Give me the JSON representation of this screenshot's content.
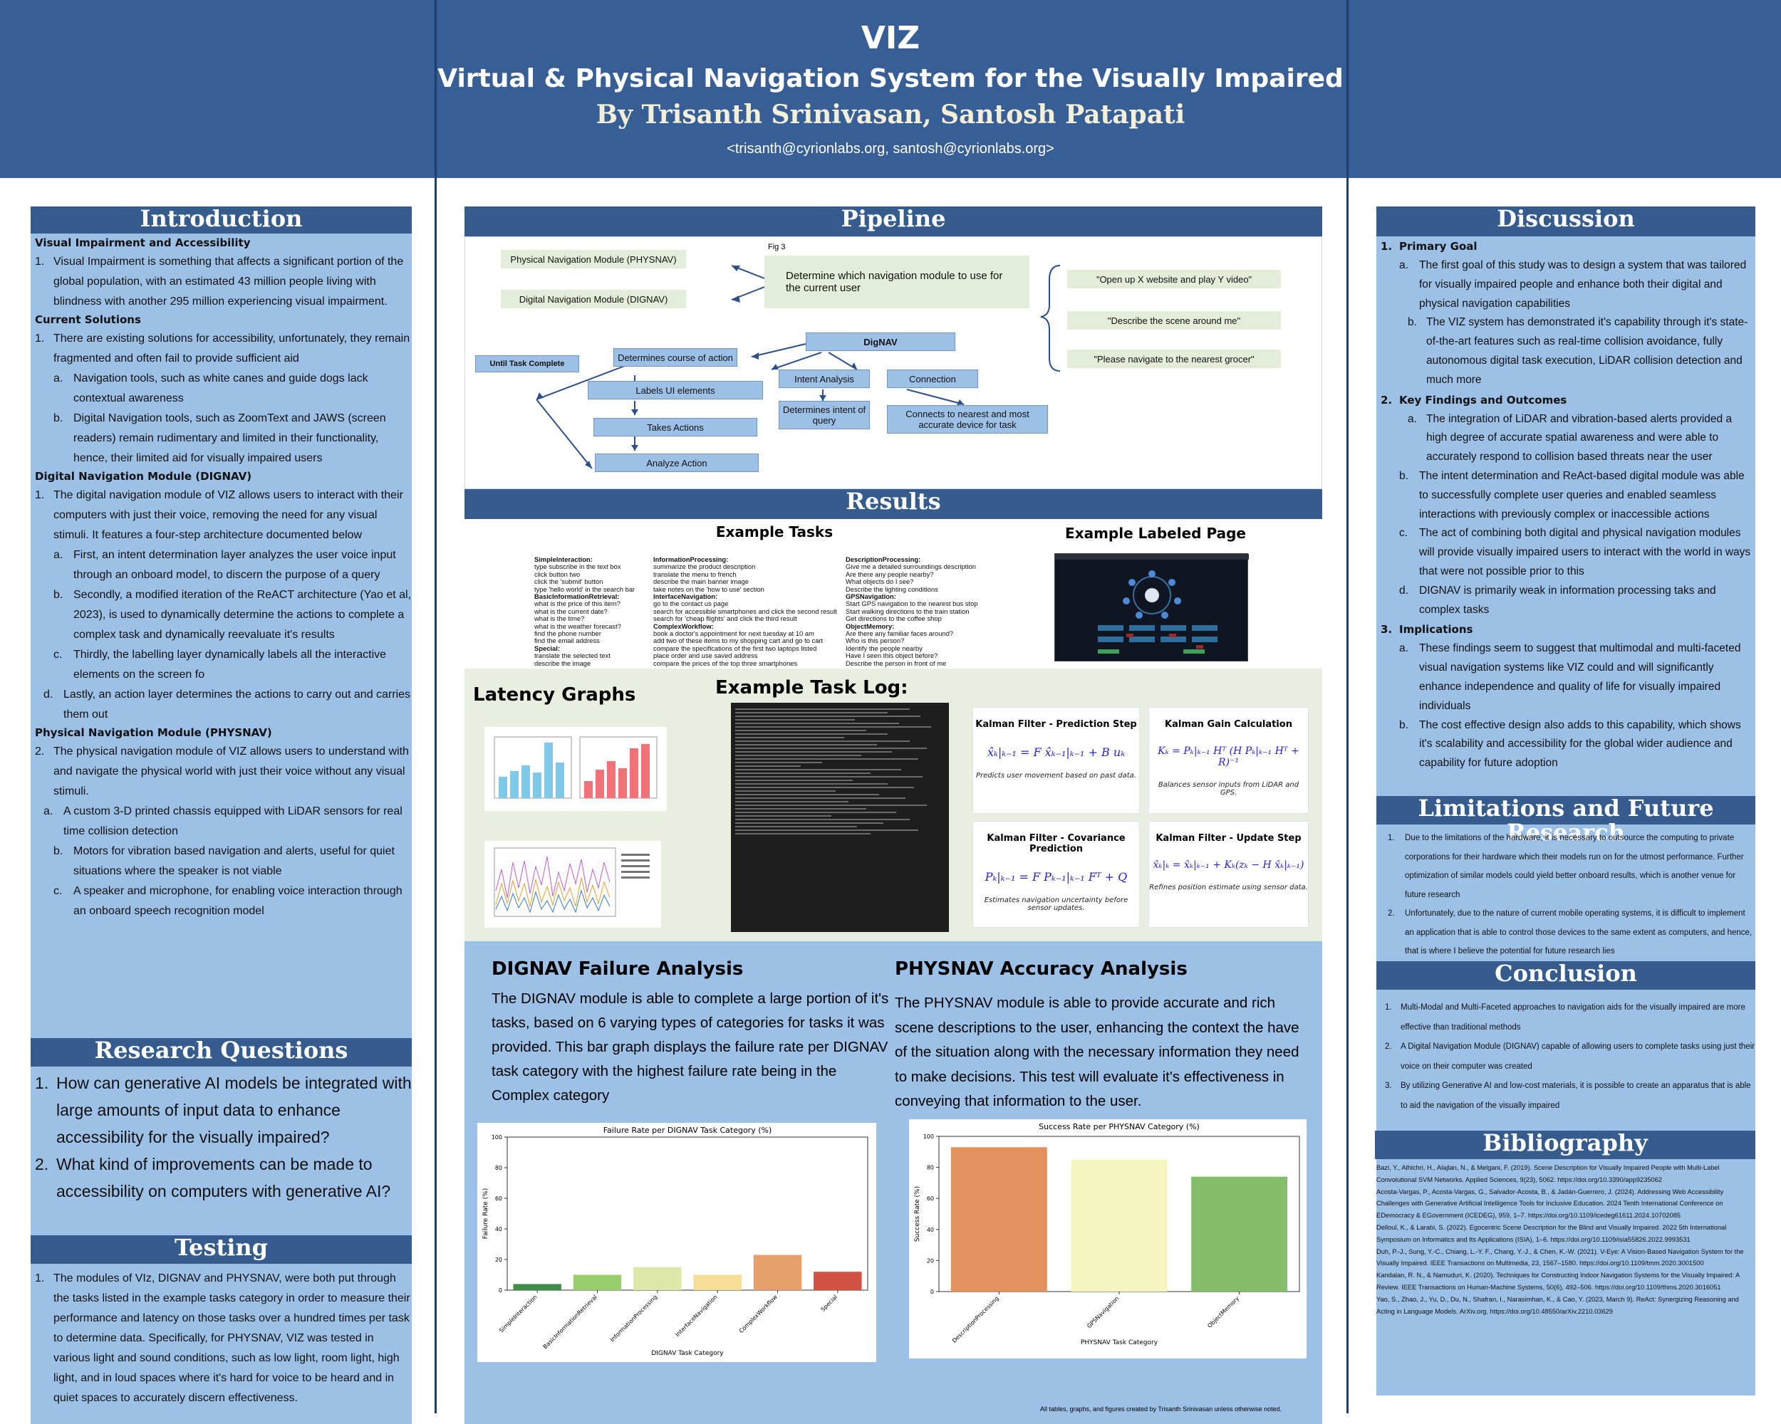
{
  "header": {
    "title": "VIZ",
    "subtitle": "Virtual & Physical Navigation System for the Visually Impaired",
    "authors": "By Trisanth Srinivasan, Santosh Patapati",
    "emails": "<trisanth@cyrionlabs.org, santosh@cyrionlabs.org>"
  },
  "introduction": {
    "heading": "Introduction",
    "sub1": "Visual Impairment and Accessibility",
    "p1_num": "1.",
    "p1": "Visual Impairment is something that affects a significant portion of the global population, with an estimated 43 million people living with blindness with another 295 million experiencing visual impairment.",
    "sub2": "Current Solutions",
    "p2_num": "1.",
    "p2": "There are existing solutions for accessibility, unfortunately, they remain fragmented and often fail to provide sufficient aid",
    "p2a_num": "a.",
    "p2a": "Navigation tools, such as white canes and guide dogs lack contextual awareness",
    "p2b_num": "b.",
    "p2b": "Digital Navigation tools, such as ZoomText and JAWS (screen readers) remain rudimentary and limited in their functionality, hence, their limited aid for visually impaired users",
    "sub3": "Digital Navigation Module (DIGNAV)",
    "p3_num": "1.",
    "p3": "The digital navigation module of VIZ allows users to interact with their computers with just their voice, removing the need for any visual stimuli. It features a four-step architecture documented below",
    "p3a_num": "a.",
    "p3a": "First, an intent determination layer analyzes the user voice input through an onboard model, to discern the purpose of a query",
    "p3b_num": "b.",
    "p3b": "Secondly, a modified iteration of the ReACT architecture (Yao et al, 2023),  is used to dynamically determine the actions to complete a complex task and dynamically reevaluate it's results",
    "p3c_num": "c.",
    "p3c": "Thirdly, the labelling layer dynamically labels all the interactive elements on the screen fo",
    "p3d_num": "d.",
    "p3d": "Lastly, an action layer determines the actions to carry out and carries them out",
    "sub4": "Physical Navigation Module (PHYSNAV)",
    "p4_num": "2.",
    "p4": "The physical navigation module of VIZ allows users to understand with and navigate the physical world with just their voice without any visual stimuli.",
    "p4a_num": "a.",
    "p4a": "A custom 3-D printed chassis equipped with LiDAR sensors for real time collision detection",
    "p4b_num": "b.",
    "p4b": "Motors for vibration based navigation and alerts, useful for quiet situations where the speaker is not viable",
    "p4c_num": "c.",
    "p4c": "A speaker and microphone, for enabling voice interaction through an onboard speech recognition model"
  },
  "research_questions": {
    "heading": "Research Questions",
    "q1_num": "1.",
    "q1": "How can generative AI models be integrated with large amounts of input data to enhance accessibility for the visually impaired?",
    "q2_num": "2.",
    "q2": "What kind of improvements can be made to accessibility on computers with generative AI?"
  },
  "testing": {
    "heading": "Testing",
    "t1_num": "1.",
    "t1": "The modules of VIz, DIGNAV and PHYSNAV, were both put through the tasks listed in the example tasks category in order to measure their performance and latency on those tasks over a hundred times per task to determine data. Specifically, for PHYSNAV, VIZ was tested in various light and sound conditions, such as low light, room light, high light, and in loud spaces where it's hard for voice to be heard and in quiet spaces to accurately discern effectiveness."
  },
  "pipeline": {
    "heading": "Pipeline",
    "physnav": "Physical Navigation Module (PHYSNAV)",
    "dignav_mod": "Digital Navigation Module (DIGNAV)",
    "fig": "Fig 3",
    "determine": "Determine which navigation module to use for the current user",
    "q1": "\"Open up X website and play Y video\"",
    "q2": "\"Describe the scene around me\"",
    "q3": "\"Please navigate to the nearest grocer\"",
    "dignav": "DigNAV",
    "until": "Until Task Complete",
    "course": "Determines course of action",
    "labels": "Labels UI elements",
    "takes": "Takes Actions",
    "analyze": "Analyze Action",
    "intent": "Intent Analysis",
    "connection": "Connection",
    "det_intent": "Determines intent of query",
    "connects": "Connects to nearest and most accurate device for task"
  },
  "results": {
    "heading": "Results",
    "example_tasks": "Example Tasks",
    "example_labeled": "Example Labeled Page",
    "col1": [
      {
        "cat": "SimpleInteraction:",
        "items": [
          "type subscribe in the text box",
          "click button two",
          "click the 'submit' button",
          "type 'hello world' in the search bar"
        ]
      },
      {
        "cat": "BasicInformationRetrieval:",
        "items": [
          "what is the price of this item?",
          "what is the current date?",
          "what is the time?",
          "what is the weather forecast?",
          "find the phone number",
          "find the email address"
        ]
      },
      {
        "cat": "Special:",
        "items": [
          "translate the selected text",
          "describe the image"
        ]
      }
    ],
    "col2": [
      {
        "cat": "InformationProcessing:",
        "items": [
          "summarize the product description",
          "translate the menu to french",
          "describe the main banner image",
          "take notes on the 'how to use' section"
        ]
      },
      {
        "cat": "InterfaceNavigation:",
        "items": [
          "go to the contact us page",
          "search for accessible smartphones and click the second result",
          "search for 'cheap flights' and click the third result"
        ]
      },
      {
        "cat": "ComplexWorkflow:",
        "items": [
          "book a doctor's appointment for next tuesday at 10 am",
          "add two of these items to my shopping cart and go to cart",
          "compare the specifications of the first two laptops listed",
          "place order and use saved address",
          "compare the prices of the top three smartphones"
        ]
      }
    ],
    "col3": [
      {
        "cat": "DescriptionProcessing:",
        "items": [
          "Give me a detailed surroundings description",
          "Are there any people nearby?",
          "What objects do I see?",
          "Describe the lighting conditions"
        ]
      },
      {
        "cat": "GPSNavigation:",
        "items": [
          "Start GPS navigation to the nearest bus stop",
          "Start walking directions to the train station",
          "Get directions to the coffee shop"
        ]
      },
      {
        "cat": "ObjectMemory:",
        "items": [
          "Are there any familiar faces around?",
          "Who is this person?",
          "Identify the people nearby",
          "Have I seen this object before?",
          "Describe the person in front of me"
        ]
      }
    ]
  },
  "latency": {
    "heading": "Latency Graphs",
    "task_log": "Example Task Log:"
  },
  "kalman": {
    "k1_title": "Kalman Filter - Prediction Step",
    "k1_formula": "x̂ₖ|ₖ₋₁ = F x̂ₖ₋₁|ₖ₋₁ + B uₖ",
    "k1_desc": "Predicts user movement based on past data.",
    "k2_title": "Kalman Gain Calculation",
    "k2_formula": "Kₖ = Pₖ|ₖ₋₁ Hᵀ (H Pₖ|ₖ₋₁ Hᵀ + R)⁻¹",
    "k2_desc": "Balances sensor inputs from LiDAR and GPS.",
    "k3_title": "Kalman Filter - Covariance Prediction",
    "k3_formula": "Pₖ|ₖ₋₁ = F Pₖ₋₁|ₖ₋₁ Fᵀ + Q",
    "k3_desc": "Estimates navigation uncertainty before sensor updates.",
    "k4_title": "Kalman Filter - Update Step",
    "k4_formula": "x̂ₖ|ₖ = x̂ₖ|ₖ₋₁ + Kₖ(zₖ − H x̂ₖ|ₖ₋₁)",
    "k4_desc": "Refines position estimate using sensor data."
  },
  "dignav_failure": {
    "heading": "DIGNAV Failure Analysis",
    "text": "The DIGNAV module is able to complete a large portion of it's tasks, based on 6 varying types of categories for tasks it was provided. This bar graph displays the failure rate per DIGNAV task category with the highest failure rate being in the Complex category"
  },
  "physnav_accuracy": {
    "heading": "PHYSNAV Accuracy Analysis",
    "text": "The PHYSNAV module is able to provide accurate and rich scene descriptions to the user, enhancing the context the have of the situation along with the necessary information they need to make decisions. This test will evaluate it's effectiveness in conveying that information to the user."
  },
  "credit": "All tables, graphs, and figures created by Trisanth Srinivasan unless otherwise noted.",
  "discussion": {
    "heading": "Discussion",
    "h1_num": "1.",
    "h1": "Primary Goal",
    "h1a_num": "a.",
    "h1a": "The first goal of this study was to design a system that was tailored for visually impaired people and enhance both their digital and physical navigation capabilities",
    "h1b_num": "b.",
    "h1b": "The VIZ system has demonstrated it's capability through it's state-of-the-art features such as real-time collision avoidance, fully autonomous digital task execution, LiDAR collision detection and much more",
    "h2_num": "2.",
    "h2": "Key Findings and Outcomes",
    "h2a_num": "a.",
    "h2a": "The integration of LiDAR and vibration-based alerts provided a high degree of accurate spatial awareness and were able to accurately respond to collision based threats near the user",
    "h2b_num": "b.",
    "h2b": "The intent determination and ReAct-based digital module was able to successfully complete user queries and enabled seamless interactions with previously complex or inaccessible actions",
    "h2c_num": "c.",
    "h2c": "The act of combining both digital and physical navigation modules will provide visually impaired users to interact with the world in ways that were not possible prior to this",
    "h2d_num": "d.",
    "h2d": "DIGNAV is primarily weak in information processing taks and complex tasks",
    "h3_num": "3.",
    "h3": "Implications",
    "h3a_num": "a.",
    "h3a": "These findings seem to suggest that multimodal and multi-faceted visual navigation systems like VIZ could and will significantly enhance independence and quality of life for visually impaired individuals",
    "h3b_num": "b.",
    "h3b": "The cost effective design also adds to this capability, which shows it's scalability and accessibility for the global wider audience and capability for future adoption"
  },
  "limitations": {
    "heading": "Limitations and Future Research",
    "l1_num": "1.",
    "l1": "Due to the limitations of the hardware, it is necessary to outsource the computing to private corporations for their hardware which their models run on for the utmost performance. Further optimization of similar models could yield better onboard results, which is another venue for future research",
    "l2_num": "2.",
    "l2": "Unfortunately, due to the nature of current mobile operating systems, it is difficult to implement an application that is able to control those devices to the same extent as computers, and hence, that is where I believe the potential for future research lies"
  },
  "conclusion": {
    "heading": "Conclusion",
    "c1_num": "1.",
    "c1": "Multi-Modal and Multi-Faceted approaches to navigation aids for the visually impaired are more effective than traditional methods",
    "c2_num": "2.",
    "c2": "A Digital Navigation Module (DIGNAV) capable of allowing users to complete tasks using just their voice on their computer was created",
    "c3_num": "3.",
    "c3": "By utilizing Generative AI and low-cost materials, it is possible to create an apparatus that is able to aid the navigation of the visually impaired"
  },
  "bibliography": {
    "heading": "Bibliography",
    "refs": [
      "Bazi, Y., Alhichri, H., Alajlan, N., & Melgani, F. (2019). Scene Description for Visually Impaired People with Multi-Label Convolutional SVM Networks. Applied Sciences, 9(23), 5062. https://doi.org/10.3390/app9235062",
      "Acosta-Vargas, P., Acosta-Vargas, G., Salvador-Acosta, B., & Jadán-Guerrero, J. (2024). Addressing Web Accessibility Challenges with Generative Artificial Intelligence Tools for Inclusive Education. 2024 Tenth International Conference on EDemocracy & EGovernment (ICEDEG), 959, 1–7. https://doi.org/10.1109/icedeg61611.2024.10702085",
      "Delloul, K., & Larabi, S. (2022). Egocentric Scene Description for the Blind and Visually Impaired. 2022 5th International Symposium on Informatics and Its Applications (ISIA), 1–6. https://doi.org/10.1109/isia55826.2022.9993531",
      "Duh, P.-J., Sung, Y.-C., Chiang, L.-Y. F., Chang, Y.-J., & Chen, K.-W. (2021). V-Eye: A Vision-Based Navigation System for the Visually Impaired. IEEE Transactions on Multimedia, 23, 1567–1580. https://doi.org/10.1109/tmm.2020.3001500",
      "Kandalan, R. N., & Namuduri, K. (2020). Techniques for Constructing Indoor Navigation Systems for the Visually Impaired: A Review. IEEE Transactions on Human-Machine Systems, 50(6), 492–506. https://doi.org/10.1109/thms.2020.3016051",
      "Yao, S., Zhao, J., Yu, D., Du, N., Shafran, I., Narasimhan, K., & Cao, Y. (2023, March 9). ReAct: Synergizing Reasoning and Acting in Language Models. ArXiv.org. https://doi.org/10.48550/arXiv.2210.03629"
    ]
  },
  "chart_data": [
    {
      "type": "bar",
      "title": "Failure Rate per DIGNAV Task Category (%)",
      "xlabel": "DIGNAV Task Category",
      "ylabel": "Failure Rate (%)",
      "ylim": [
        0,
        100
      ],
      "yticks": [
        "0",
        "20",
        "40",
        "60",
        "80",
        "100"
      ],
      "categories": [
        "SimpleInteraction",
        "BasicInformationRetrieval",
        "InformationProcessing",
        "InterfaceNavigation",
        "ComplexWorkflow",
        "Special"
      ],
      "values": [
        4,
        10,
        15,
        10,
        23,
        12
      ],
      "colors": [
        "#3e8e4a",
        "#9acd6c",
        "#dde8a8",
        "#f5dd95",
        "#e8a06a",
        "#cf5243"
      ]
    },
    {
      "type": "bar",
      "title": "Success Rate per PHYSNAV Category (%)",
      "xlabel": "PHYSNAV Task Category",
      "ylabel": "Success Rate (%)",
      "ylim": [
        0,
        100
      ],
      "yticks": [
        "0",
        "20",
        "40",
        "60",
        "80",
        "100"
      ],
      "categories": [
        "DescriptionProcessing",
        "GPSNavigation",
        "ObjectMemory"
      ],
      "values": [
        93,
        85,
        74
      ],
      "colors": [
        "#e4925d",
        "#f5f5c0",
        "#86bd6c"
      ]
    }
  ]
}
